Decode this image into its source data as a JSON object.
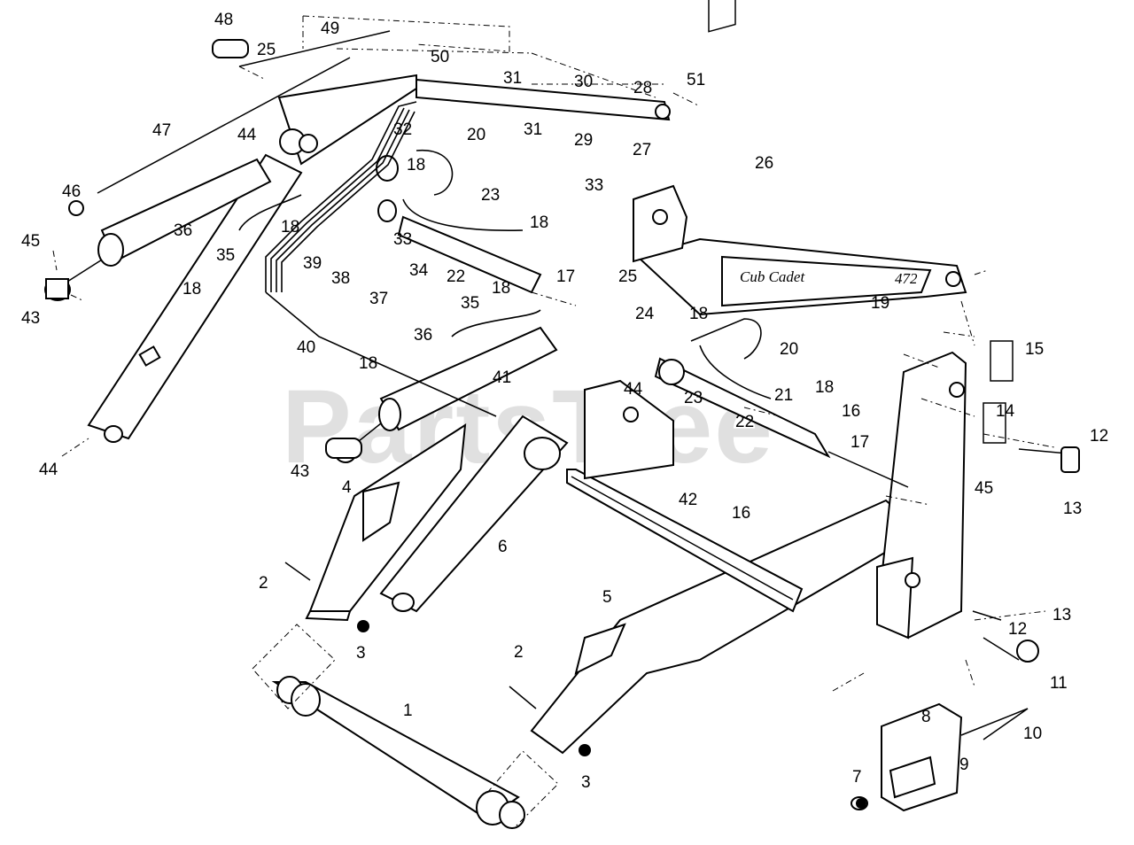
{
  "watermark": "PartsTree",
  "logo": {
    "brand": "Cub Cadet",
    "model": "472"
  },
  "callouts": [
    {
      "id": "c48",
      "label": "48"
    },
    {
      "id": "c25a",
      "label": "25"
    },
    {
      "id": "c49",
      "label": "49"
    },
    {
      "id": "c50",
      "label": "50"
    },
    {
      "id": "c31a",
      "label": "31"
    },
    {
      "id": "c30",
      "label": "30"
    },
    {
      "id": "c28",
      "label": "28"
    },
    {
      "id": "c51",
      "label": "51"
    },
    {
      "id": "c31b",
      "label": "31"
    },
    {
      "id": "c29",
      "label": "29"
    },
    {
      "id": "c27",
      "label": "27"
    },
    {
      "id": "c47",
      "label": "47"
    },
    {
      "id": "c44a",
      "label": "44"
    },
    {
      "id": "c32",
      "label": "32"
    },
    {
      "id": "c20a",
      "label": "20"
    },
    {
      "id": "c18a",
      "label": "18"
    },
    {
      "id": "c33a",
      "label": "33"
    },
    {
      "id": "c26",
      "label": "26"
    },
    {
      "id": "c46",
      "label": "46"
    },
    {
      "id": "c23a",
      "label": "23"
    },
    {
      "id": "c18b",
      "label": "18"
    },
    {
      "id": "c36a",
      "label": "36"
    },
    {
      "id": "c18c",
      "label": "18"
    },
    {
      "id": "c33b",
      "label": "33"
    },
    {
      "id": "c45a",
      "label": "45"
    },
    {
      "id": "c35a",
      "label": "35"
    },
    {
      "id": "c22a",
      "label": "22"
    },
    {
      "id": "c17a",
      "label": "17"
    },
    {
      "id": "c25b",
      "label": "25"
    },
    {
      "id": "c39",
      "label": "39"
    },
    {
      "id": "c38",
      "label": "38"
    },
    {
      "id": "c34",
      "label": "34"
    },
    {
      "id": "c18d",
      "label": "18"
    },
    {
      "id": "c18e",
      "label": "18"
    },
    {
      "id": "c43a",
      "label": "43"
    },
    {
      "id": "c37",
      "label": "37"
    },
    {
      "id": "c35b",
      "label": "35"
    },
    {
      "id": "c19",
      "label": "19"
    },
    {
      "id": "c24",
      "label": "24"
    },
    {
      "id": "c18f",
      "label": "18"
    },
    {
      "id": "c36b",
      "label": "36"
    },
    {
      "id": "c20b",
      "label": "20"
    },
    {
      "id": "c15",
      "label": "15"
    },
    {
      "id": "c40",
      "label": "40"
    },
    {
      "id": "c18g",
      "label": "18"
    },
    {
      "id": "c41",
      "label": "41"
    },
    {
      "id": "c44b",
      "label": "44"
    },
    {
      "id": "c23b",
      "label": "23"
    },
    {
      "id": "c21",
      "label": "21"
    },
    {
      "id": "c18h",
      "label": "18"
    },
    {
      "id": "c16a",
      "label": "16"
    },
    {
      "id": "c14",
      "label": "14"
    },
    {
      "id": "c22b",
      "label": "22"
    },
    {
      "id": "c44c",
      "label": "44"
    },
    {
      "id": "c43b",
      "label": "43"
    },
    {
      "id": "c17b",
      "label": "17"
    },
    {
      "id": "c12a",
      "label": "12"
    },
    {
      "id": "c45b",
      "label": "45"
    },
    {
      "id": "c13a",
      "label": "13"
    },
    {
      "id": "c4",
      "label": "4"
    },
    {
      "id": "c42",
      "label": "42"
    },
    {
      "id": "c16b",
      "label": "16"
    },
    {
      "id": "c6",
      "label": "6"
    },
    {
      "id": "c2a",
      "label": "2"
    },
    {
      "id": "c5",
      "label": "5"
    },
    {
      "id": "c13b",
      "label": "13"
    },
    {
      "id": "c12b",
      "label": "12"
    },
    {
      "id": "c3a",
      "label": "3"
    },
    {
      "id": "c2b",
      "label": "2"
    },
    {
      "id": "c11",
      "label": "11"
    },
    {
      "id": "c1",
      "label": "1"
    },
    {
      "id": "c8",
      "label": "8"
    },
    {
      "id": "c10",
      "label": "10"
    },
    {
      "id": "c9",
      "label": "9"
    },
    {
      "id": "c3b",
      "label": "3"
    },
    {
      "id": "c7",
      "label": "7"
    }
  ]
}
